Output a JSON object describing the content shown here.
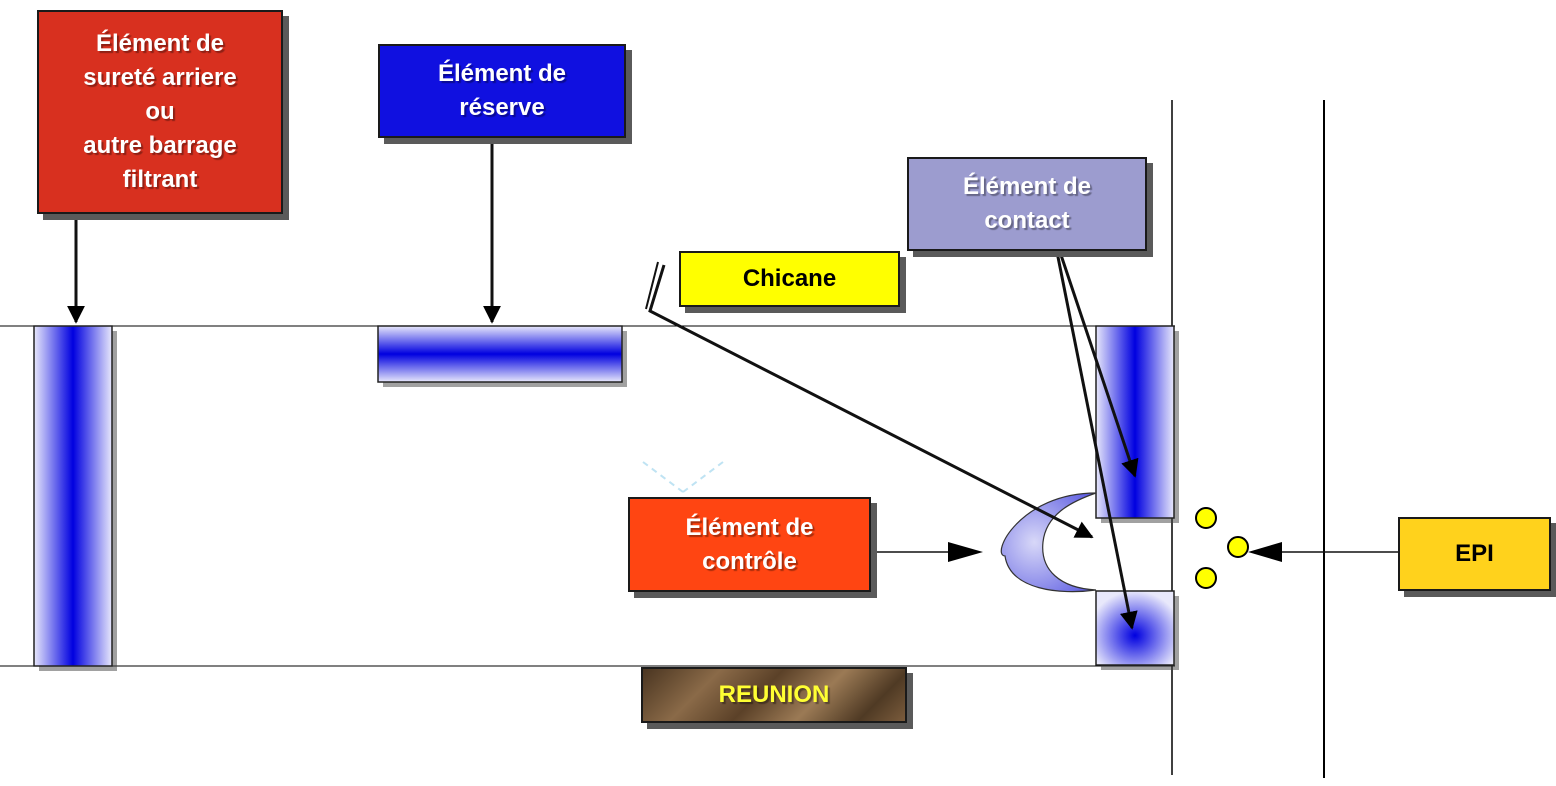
{
  "colors": {
    "rear_safety_box": "#d8301f",
    "reserve_box": "#1010e0",
    "contact_box": "#9c9ccf",
    "chicane_box": "#ffff00",
    "control_box": "#ff4512",
    "epi_box": "#ffd21c",
    "reunion_text": "#ffff33",
    "element_fill": "#0000e0",
    "marker_yellow": "#ffff00"
  },
  "labels": {
    "rear_safety": [
      "Élément de",
      "sureté arriere",
      "ou",
      "autre barrage",
      "filtrant"
    ],
    "reserve": [
      "Élément de",
      "réserve"
    ],
    "contact": [
      "Élément de",
      "contact"
    ],
    "chicane": "Chicane",
    "control": [
      "Élément de",
      "contrôle"
    ],
    "epi": "EPI",
    "reunion": "REUNION"
  }
}
